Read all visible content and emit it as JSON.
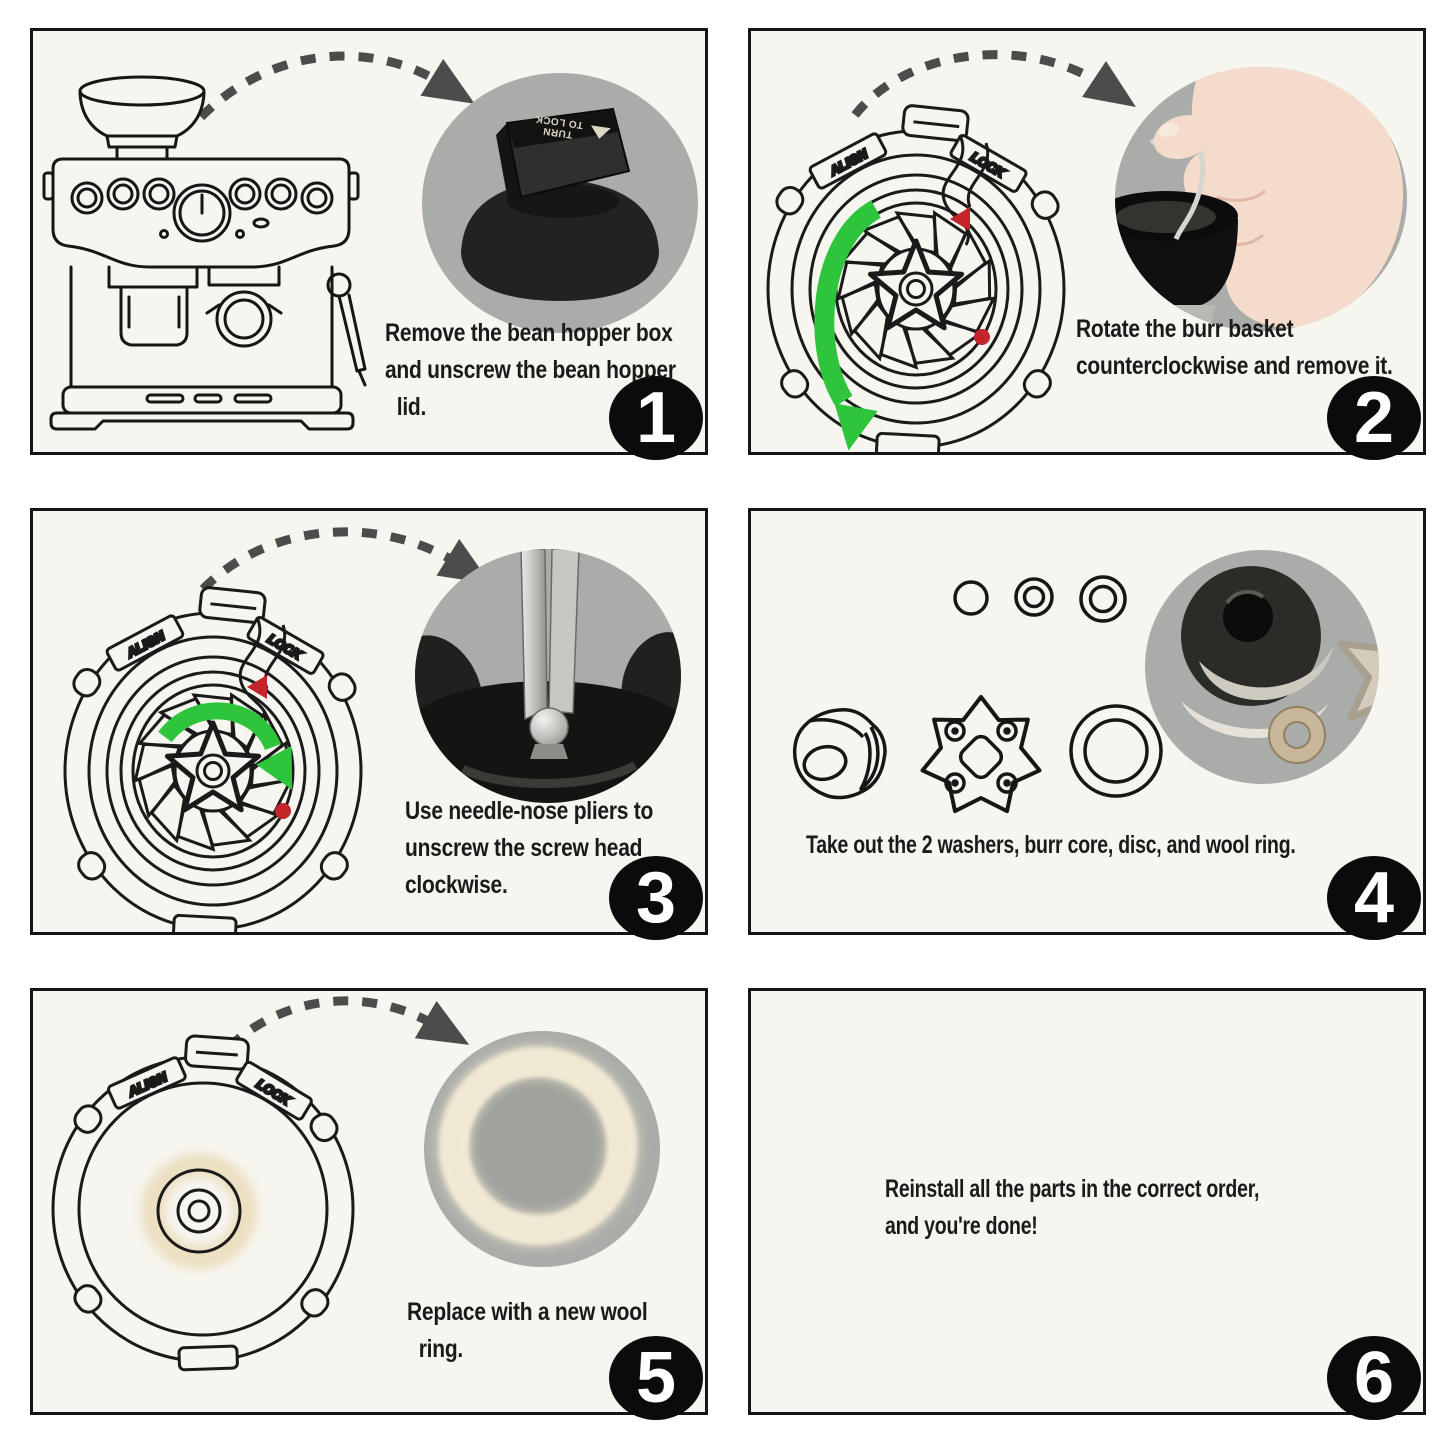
{
  "labels": {
    "align": "ALIGN",
    "lock": "LOCK",
    "turn": "TURN",
    "to_lock": "TO LOCK"
  },
  "panels": [
    {
      "number": "1",
      "caption_lines": [
        "Remove the bean hopper box",
        "and unscrew the bean hopper",
        "lid."
      ]
    },
    {
      "number": "2",
      "caption_lines": [
        "Rotate the burr basket",
        "counterclockwise and remove it."
      ]
    },
    {
      "number": "3",
      "caption_lines": [
        "Use needle-nose pliers to",
        "unscrew the screw head",
        "clockwise."
      ]
    },
    {
      "number": "4",
      "caption_lines": [
        "Take out the 2 washers, burr core, disc, and wool ring."
      ]
    },
    {
      "number": "5",
      "caption_lines": [
        "Replace with a new wool",
        "ring."
      ]
    },
    {
      "number": "6",
      "caption_lines": [
        "Reinstall all the parts in the correct order,",
        "and you're done!"
      ]
    }
  ],
  "colors": {
    "panel_background": "#f6f5ef",
    "ink": "#1a1a1a",
    "accent_red": "#c5242b",
    "accent_green": "#2ec43c",
    "photo_background": "#a9aca8",
    "badge_background": "#0b0b0b",
    "arrow_gray": "#4c4c4c"
  }
}
